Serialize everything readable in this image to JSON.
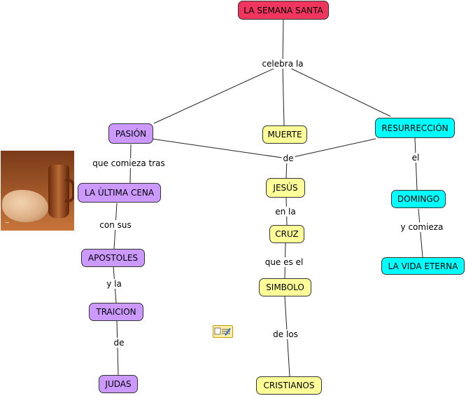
{
  "nodes": {
    "semana_santa": "LA SEMANA SANTA",
    "pasion": "PASIÓN",
    "muerte": "MUERTE",
    "resurreccion": "RESURRECCIÓN",
    "ultima_cena": "LA ÙLTIMA CENA",
    "jesus": "JESÚS",
    "domingo": "DOMINGO",
    "cruz": "CRUZ",
    "apostoles": "APOSTOLES",
    "vida_eterna": "LA VIDA ETERNA",
    "simbolo": "SIMBOLO",
    "traicion": "TRAICION",
    "judas": "JUDAS",
    "cristianos": "CRISTIANOS"
  },
  "links": {
    "celebra_la": "celebra la",
    "que_comieza_tras": "que comieza tras",
    "de": "de",
    "el": "el",
    "con_sus": "con sus",
    "en_la": "en la",
    "y_comieza": "y comieza",
    "que_es_el": "que es el",
    "y_la": "y la",
    "de_2": "de",
    "de_los": "de los"
  },
  "colors": {
    "red": "#f0365f",
    "purple": "#cc99ff",
    "yellow": "#ffff99",
    "cyan": "#00ffff"
  },
  "icons": {
    "photo": "still-life-photo",
    "note": "note-icon"
  }
}
